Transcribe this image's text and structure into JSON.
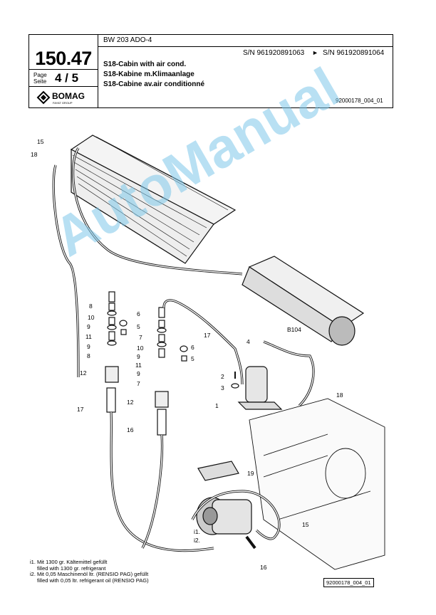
{
  "header": {
    "machine": "BW 203 ADO-4",
    "page_number": "150.47",
    "page_label": [
      "Page",
      "Seite"
    ],
    "page_of": "4 / 5",
    "sn_from": "S/N 961920891063",
    "sn_arrow": "►",
    "sn_to": "S/N 961920891064",
    "title_en": "S18-Cabin with air cond.",
    "title_de": "S18-Kabine m.Klimaanlage",
    "title_fr": "S18-Cabine av.air conditionné",
    "doc_id": "92000178_004_01",
    "logo_text": "BOMAG",
    "logo_sub": "FAYAT GROUP"
  },
  "callouts": [
    "15",
    "18",
    "8",
    "10",
    "9",
    "11",
    "9",
    "8",
    "12",
    "17",
    "6",
    "5",
    "7",
    "10",
    "9",
    "11",
    "9",
    "7",
    "6",
    "5",
    "17",
    "4",
    "B104",
    "2",
    "3",
    "1",
    "18",
    "12",
    "16",
    "19",
    "15",
    "i1.",
    "i2.",
    "16"
  ],
  "notes": [
    "i1. Mit 1300 gr. Kältemittel gefüllt",
    "filled with 1300 gr. refrigerant",
    "i2. Mit 0,05 Maschinenöl ltr. (RENSIO PAG) gefüllt",
    "filled with 0,05 ltr. refrigerant oil (RENSIO PAG)"
  ],
  "footer_id": "92000178_004_01",
  "watermark": "AutoManual"
}
